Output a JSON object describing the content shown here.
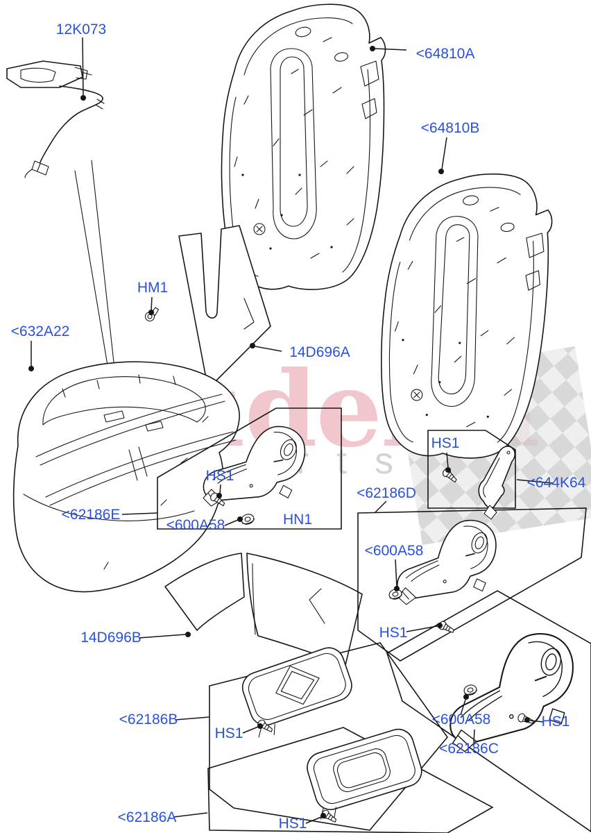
{
  "watermark": {
    "brand": "scuderia",
    "tagline": "ca parts",
    "brand_color": "#dd7285",
    "checker_dark": "#cdcdcd",
    "checker_light": "#ebebeb"
  },
  "colors": {
    "label_blue": "#2851dd",
    "line": "#161616",
    "background": "#ffffff"
  },
  "labels": {
    "p12k073": "12K073",
    "p64810a": "<64810A",
    "p64810b": "<64810B",
    "hm1": "HM1",
    "p632a22": "<632A22",
    "p14d696a": "14D696A",
    "p62186e": "<62186E",
    "hs1": "HS1",
    "p600a58": "<600A58",
    "hn1": "HN1",
    "p644k64": "<644K64",
    "p62186d": "<62186D",
    "p14d696b": "14D696B",
    "p62186b": "<62186B",
    "p62186c": "<62186C",
    "p62186a": "<62186A"
  }
}
